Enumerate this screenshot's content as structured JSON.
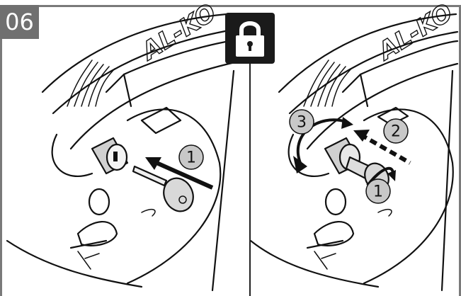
{
  "step_number": "06",
  "lock_icon": "padlock-icon",
  "brand_logo": "AL-KO",
  "left_panel": {
    "callouts": [
      {
        "number": "1"
      }
    ]
  },
  "right_panel": {
    "callouts": [
      {
        "number": "1"
      },
      {
        "number": "2"
      },
      {
        "number": "3"
      }
    ]
  },
  "colors": {
    "frame": "#7a7a7a",
    "badge": "#707070",
    "lock_badge": "#1a1a1a",
    "callout_fill": "#c8c8c8"
  }
}
